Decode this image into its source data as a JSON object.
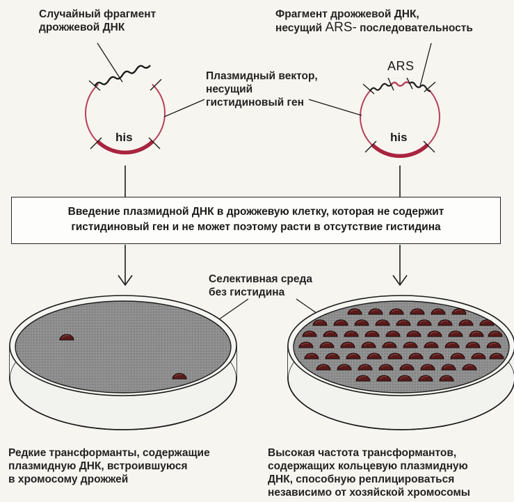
{
  "labels": {
    "random_fragment": [
      "Случайный фрагмент",
      "дрожжевой ДНК"
    ],
    "ars_fragment": {
      "line1": "Фрагмент дрожжевой ДНК,",
      "line2_prefix": "несущий ",
      "line2_ars": "ARS-",
      "line2_suffix": " последовательность"
    },
    "vector": [
      "Плазмидный вектор,",
      "несущий",
      "гистидиновый ген"
    ],
    "ars_tag": "ARS",
    "his_left": "his",
    "his_right": "his",
    "selective_medium": [
      "Селективная среда",
      "без гистидина"
    ]
  },
  "process_box": [
    "Введение плазмидной ДНК в дрожжевую клетку, которая не содержит",
    "гистидиновый ген и не может поэтому расти в отсутствие гистидина"
  ],
  "captions": {
    "left": [
      "Редкие трансформанты, содержащие",
      "плазмидную ДНК, встроившуюся",
      "в хромосому дрожжей"
    ],
    "right": [
      "Высокая частота трансформантов,",
      "содержащих кольцевую плазмидную",
      "ДНК, способную реплицироваться",
      "независимо от хозяйской хромосомы"
    ]
  },
  "colors": {
    "plasmid": "#b5405a",
    "his_segment": "#a8243f",
    "colony": "#5a1a1a",
    "agar": "#8f8f8f",
    "line": "#1a1a1a"
  }
}
